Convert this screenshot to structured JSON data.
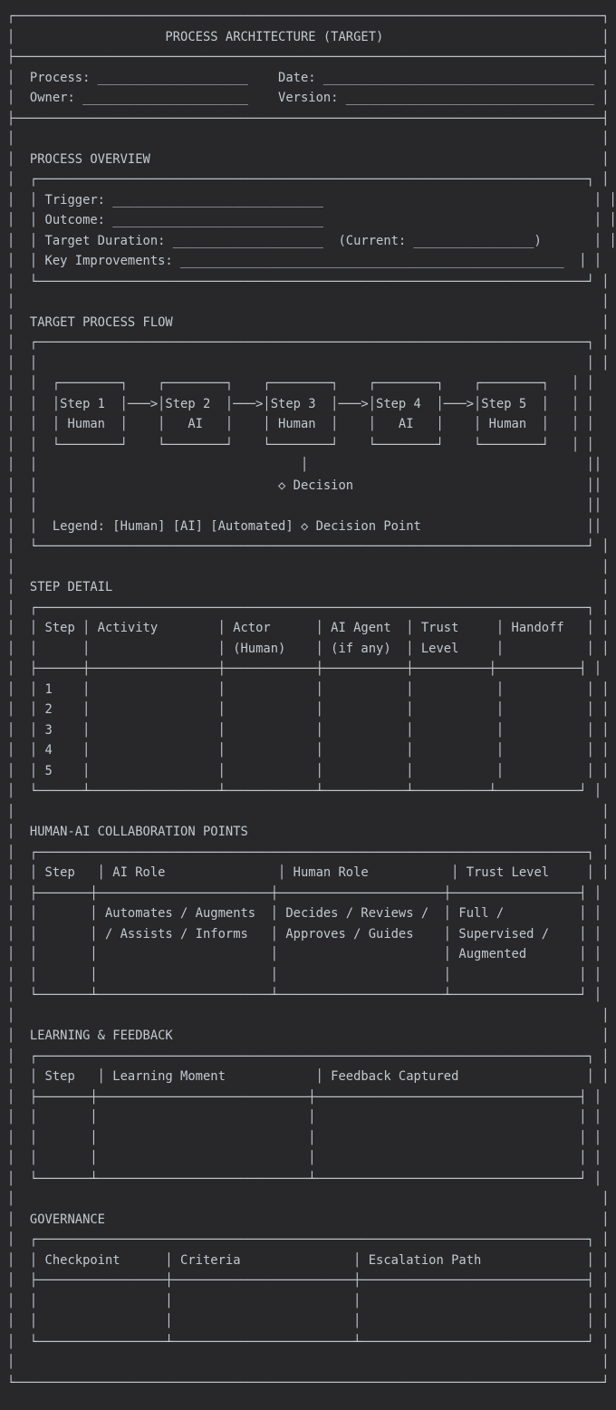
{
  "colors": {
    "background": "#28282a",
    "foreground": "#c3c9d0"
  },
  "document": {
    "title": "PROCESS ARCHITECTURE (TARGET)",
    "meta": {
      "process_label": "Process:",
      "date_label": "Date:",
      "owner_label": "Owner:",
      "version_label": "Version:",
      "process_value": "",
      "date_value": "",
      "owner_value": "",
      "version_value": ""
    },
    "overview": {
      "heading": "PROCESS OVERVIEW",
      "trigger_label": "Trigger:",
      "outcome_label": "Outcome:",
      "target_duration_label": "Target Duration:",
      "current_label": "(Current:",
      "key_improvements_label": "Key Improvements:"
    },
    "flow": {
      "heading": "TARGET PROCESS FLOW",
      "steps": [
        {
          "label": "Step 1",
          "actor": "Human"
        },
        {
          "label": "Step 2",
          "actor": "AI"
        },
        {
          "label": "Step 3",
          "actor": "Human"
        },
        {
          "label": "Step 4",
          "actor": "AI"
        },
        {
          "label": "Step 5",
          "actor": "Human"
        }
      ],
      "decision_label": "◇ Decision",
      "legend": "Legend: [Human] [AI] [Automated] ◇ Decision Point"
    },
    "step_detail": {
      "heading": "STEP DETAIL",
      "headers": [
        "Step",
        "Activity",
        "Actor (Human)",
        "AI Agent (if any)",
        "Trust Level",
        "Handoff"
      ],
      "rows": [
        "1",
        "2",
        "3",
        "4",
        "5"
      ]
    },
    "collaboration": {
      "heading": "HUMAN-AI COLLABORATION POINTS",
      "headers": [
        "Step",
        "AI Role",
        "Human Role",
        "Trust Level"
      ],
      "row": {
        "step": "",
        "ai_role": "Automates / Augments / Assists / Informs",
        "human_role": "Decides / Reviews / Approves / Guides",
        "trust_level": "Full / Supervised / Augmented"
      }
    },
    "learning": {
      "heading": "LEARNING & FEEDBACK",
      "headers": [
        "Step",
        "Learning Moment",
        "Feedback Captured"
      ]
    },
    "governance": {
      "heading": "GOVERNANCE",
      "headers": [
        "Checkpoint",
        "Criteria",
        "Escalation Path"
      ]
    }
  },
  "ascii": {
    "header": [
      "┌──────────────────────────────────────────────────────────────────────────────┐",
      "│                    PROCESS ARCHITECTURE (TARGET)                             │",
      "├──────────────────────────────────────────────────────────────────────────────┤",
      "│  Process: ____________________    Date: ____________________________________ │",
      "│  Owner: ______________________    Version: _________________________________ │",
      "├──────────────────────────────────────────────────────────────────────────────┤"
    ],
    "overview": [
      "│                                                                              │",
      "│  PROCESS OVERVIEW                                                            │",
      "│  ┌─────────────────────────────────────────────────────────────────────────┐ │",
      "│  │ Trigger: ____________________________                                    │ │",
      "│  │ Outcome: ____________________________                                    │ │",
      "│  │ Target Duration: ____________________  (Current: ________________)       │ │",
      "│  │ Key Improvements: ___________________________________________________  │ │",
      "│  └─────────────────────────────────────────────────────────────────────────┘ │",
      "│                                                                              │"
    ],
    "flow": [
      "│  TARGET PROCESS FLOW                                                         │",
      "│  ┌─────────────────────────────────────────────────────────────────────────┐ │",
      "│  │                                                                         │ │",
      "│  │  ┌────────┐    ┌────────┐    ┌────────┐    ┌────────┐    ┌────────┐   │ │",
      "│  │  │Step 1  │───>│Step 2  │───>│Step 3  │───>│Step 4  │───>│Step 5  │   │ │",
      "│  │  │ Human  │    │   AI   │    │ Human  │    │   AI   │    │ Human  │   │ │",
      "│  │  └────────┘    └────────┘    └────────┘    └────────┘    └────────┘   │ │",
      "│  │                                   │                                     ││",
      "│  │                                ◇ Decision                               ││",
      "│  │                                                                         ││",
      "│  │  Legend: [Human] [AI] [Automated] ◇ Decision Point                      ││",
      "│  └─────────────────────────────────────────────────────────────────────────┘ │",
      "│                                                                              │"
    ],
    "step_detail": [
      "│  STEP DETAIL                                                                 │",
      "│  ┌─────────────────────────────────────────────────────────────────────────┐ │",
      "│  │ Step │ Activity        │ Actor      │ AI Agent  │ Trust     │ Handoff   │ │",
      "│  │      │                 │ (Human)    │ (if any)  │ Level     │           │ │",
      "│  ├──────┼─────────────────┼────────────┼───────────┼──────────┼───────────┤ │",
      "│  │ 1    │                 │            │           │           │           │ │",
      "│  │ 2    │                 │            │           │           │           │ │",
      "│  │ 3    │                 │            │           │           │           │ │",
      "│  │ 4    │                 │            │           │           │           │ │",
      "│  │ 5    │                 │            │           │           │           │ │",
      "│  └──────┴─────────────────┴────────────┴───────────┴──────────┴───────────┘ │",
      "│                                                                              │"
    ],
    "collaboration": [
      "│  HUMAN-AI COLLABORATION POINTS                                               │",
      "│  ┌─────────────────────────────────────────────────────────────────────────┐ │",
      "│  │ Step   │ AI Role               │ Human Role           │ Trust Level     │ │",
      "│  ├───────┼───────────────────────┼──────────────────────┼─────────────────┤ │",
      "│  │       │ Automates / Augments  │ Decides / Reviews /  │ Full /          │ │",
      "│  │       │ / Assists / Informs   │ Approves / Guides    │ Supervised /    │ │",
      "│  │       │                       │                      │ Augmented       │ │",
      "│  │       │                       │                      │                 │ │",
      "│  └───────┴───────────────────────┴──────────────────────┴─────────────────┘ │",
      "│                                                                              │"
    ],
    "learning": [
      "│  LEARNING & FEEDBACK                                                         │",
      "│  ┌─────────────────────────────────────────────────────────────────────────┐ │",
      "│  │ Step   │ Learning Moment            │ Feedback Captured                 │ │",
      "│  ├───────┼────────────────────────────┼───────────────────────────────────┤ │",
      "│  │       │                            │                                   │ │",
      "│  │       │                            │                                   │ │",
      "│  │       │                            │                                   │ │",
      "│  └───────┴────────────────────────────┴───────────────────────────────────┘ │",
      "│                                                                              │"
    ],
    "governance": [
      "│  GOVERNANCE                                                                  │",
      "│  ┌─────────────────────────────────────────────────────────────────────────┐ │",
      "│  │ Checkpoint      │ Criteria               │ Escalation Path              │ │",
      "│  ├─────────────────┼────────────────────────┼──────────────────────────────┤ │",
      "│  │                 │                        │                              │ │",
      "│  │                 │                        │                              │ │",
      "│  └─────────────────┴────────────────────────┴──────────────────────────────┘ │",
      "│                                                                              │",
      "└──────────────────────────────────────────────────────────────────────────────┘"
    ]
  }
}
